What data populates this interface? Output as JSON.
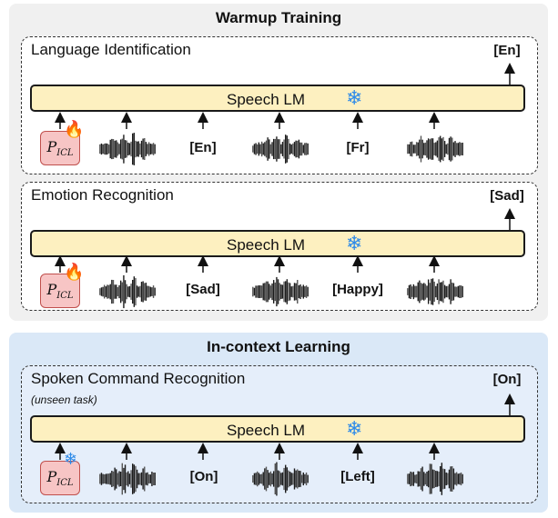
{
  "warmup": {
    "title": "Warmup Training",
    "panels": [
      {
        "title": "Language Identification",
        "model_label": "Speech LM",
        "output": "[En]",
        "prompt_symbol": "P",
        "prompt_subscript": "ICL",
        "prompt_state_icon": "fire-icon",
        "inputs": [
          "audio",
          "[En]",
          "audio",
          "[Fr]",
          "audio"
        ]
      },
      {
        "title": "Emotion Recognition",
        "model_label": "Speech LM",
        "output": "[Sad]",
        "prompt_symbol": "P",
        "prompt_subscript": "ICL",
        "prompt_state_icon": "fire-icon",
        "inputs": [
          "audio",
          "[Sad]",
          "audio",
          "[Happy]",
          "audio"
        ]
      }
    ]
  },
  "icl": {
    "title": "In-context Learning",
    "panel": {
      "title": "Spoken Command Recognition",
      "subtitle": "(unseen task)",
      "model_label": "Speech LM",
      "output": "[On]",
      "prompt_symbol": "P",
      "prompt_subscript": "ICL",
      "prompt_state_icon": "snowflake-icon",
      "inputs": [
        "audio",
        "[On]",
        "audio",
        "[Left]",
        "audio"
      ]
    }
  },
  "colors": {
    "warmup_bg": "#f0f0f0",
    "icl_bg": "#dae8f7",
    "speech_lm_fill": "#fdf0c0",
    "prompt_fill": "#f7c5c5",
    "snowflake": "#2f8be8"
  }
}
